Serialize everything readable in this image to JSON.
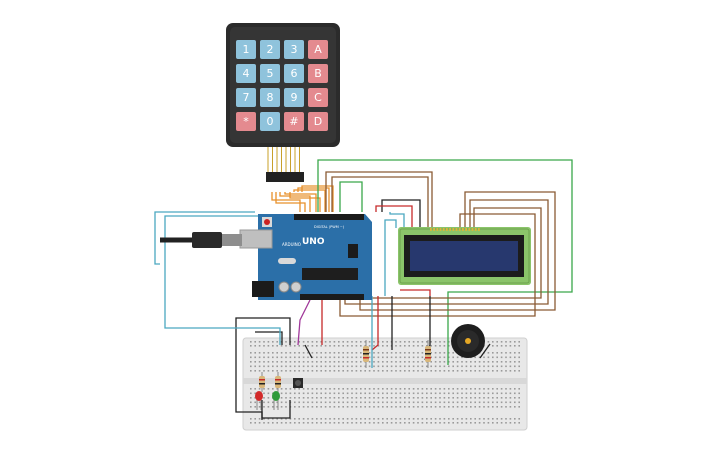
{
  "keypad": {
    "rows": [
      [
        "1",
        "2",
        "3",
        "A"
      ],
      [
        "4",
        "5",
        "6",
        "B"
      ],
      [
        "7",
        "8",
        "9",
        "C"
      ],
      [
        "*",
        "0",
        "#",
        "D"
      ]
    ],
    "colors": {
      "number": "#8fc3dc",
      "letter": "#e48a8f",
      "body": "#2b2b2b"
    }
  },
  "arduino": {
    "model": "UNO",
    "brand": "ARDUINO",
    "digital_label": "DIGITAL (PWM ~)",
    "color": "#2b6fa8"
  },
  "lcd": {
    "screen_color": "#27386e",
    "board_color": "#8bc46a"
  },
  "leds": [
    {
      "color": "#d22a2a"
    },
    {
      "color": "#2e9a3a"
    }
  ],
  "wire_colors": {
    "orange": "#e8902a",
    "green": "#3aa84a",
    "brown": "#8a5a34",
    "black": "#222222",
    "red": "#c62a2a",
    "teal": "#4aa8c0",
    "purple": "#a0389a"
  }
}
